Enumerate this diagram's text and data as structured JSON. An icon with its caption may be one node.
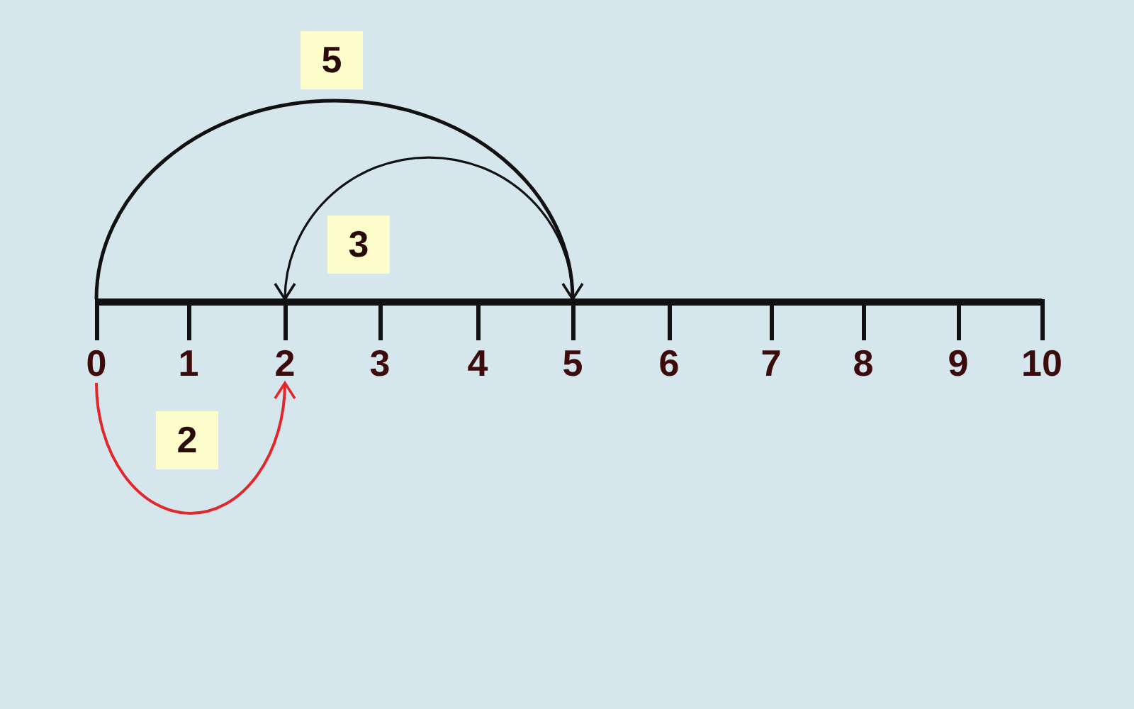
{
  "diagram": {
    "nodes": [
      {
        "text": [
          "0"
        ]
      },
      {
        "text": [
          "1"
        ]
      },
      {
        "text": [
          "2"
        ]
      },
      {
        "text": [
          "3"
        ]
      },
      {
        "text": [
          "4"
        ]
      },
      {
        "text": [
          "5"
        ]
      },
      {
        "text": [
          "6"
        ]
      },
      {
        "text": [
          "7"
        ]
      },
      {
        "text": [
          "8"
        ]
      },
      {
        "text": [
          "9"
        ]
      },
      {
        "text": [
          "10"
        ]
      }
    ],
    "edges": [
      {
        "from": 0,
        "to": 5,
        "arrow": "to",
        "label": "5"
      },
      {
        "from": 5,
        "to": 2,
        "arrow": "to",
        "label": "3"
      },
      {
        "from": 0,
        "to": 2,
        "arrow": "to",
        "label": "2",
        "color": "#e3262b"
      }
    ]
  }
}
